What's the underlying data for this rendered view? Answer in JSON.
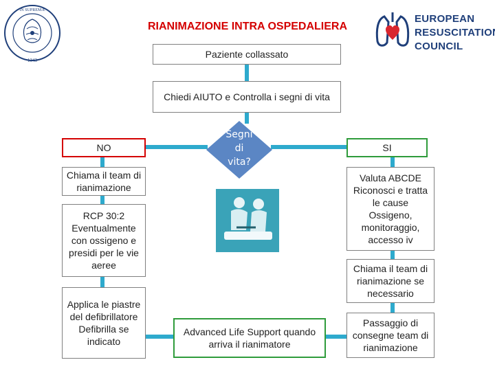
{
  "header": {
    "title": "RIANIMAZIONE INTRA OSPEDALIERA",
    "seal_text": "IN SUPREMÆ DIGNITATIS · 1343",
    "erc_logo": {
      "line1": "EUROPEAN",
      "line2": "RESUSCITATION",
      "line3": "COUNCIL",
      "color": "#1f3f7a",
      "heart_color": "#d9262e"
    }
  },
  "flow": {
    "collapsed": "Paziente collassato",
    "call_help": "Chiedi AIUTO e Controlla i segni di vita",
    "decision": {
      "line1": "Segni",
      "line2": "di",
      "line3": "vita?"
    },
    "no_label": "NO",
    "yes_label": "SI",
    "no_branch": [
      "Chiama il team di rianimazione",
      "RCP 30:2 Eventualmente con ossigeno e presidi per le vie aeree",
      "Applica le piastre del defibrillatore Defibrilla se indicato"
    ],
    "yes_branch": [
      "Valuta ABCDE Riconosci e tratta le cause Ossigeno, monitoraggio, accesso iv",
      "Chiama il team di rianimazione se necessario",
      "Passaggio di consegne team di rianimazione"
    ],
    "als": "Advanced Life Support quando arriva il rianimatore"
  },
  "colors": {
    "title": "#d40000",
    "no_border": "#d40000",
    "yes_border": "#2e9b3a",
    "connector": "#2eaacd",
    "decision_fill": "#5b86c4",
    "box_border": "#7f7f7f"
  }
}
